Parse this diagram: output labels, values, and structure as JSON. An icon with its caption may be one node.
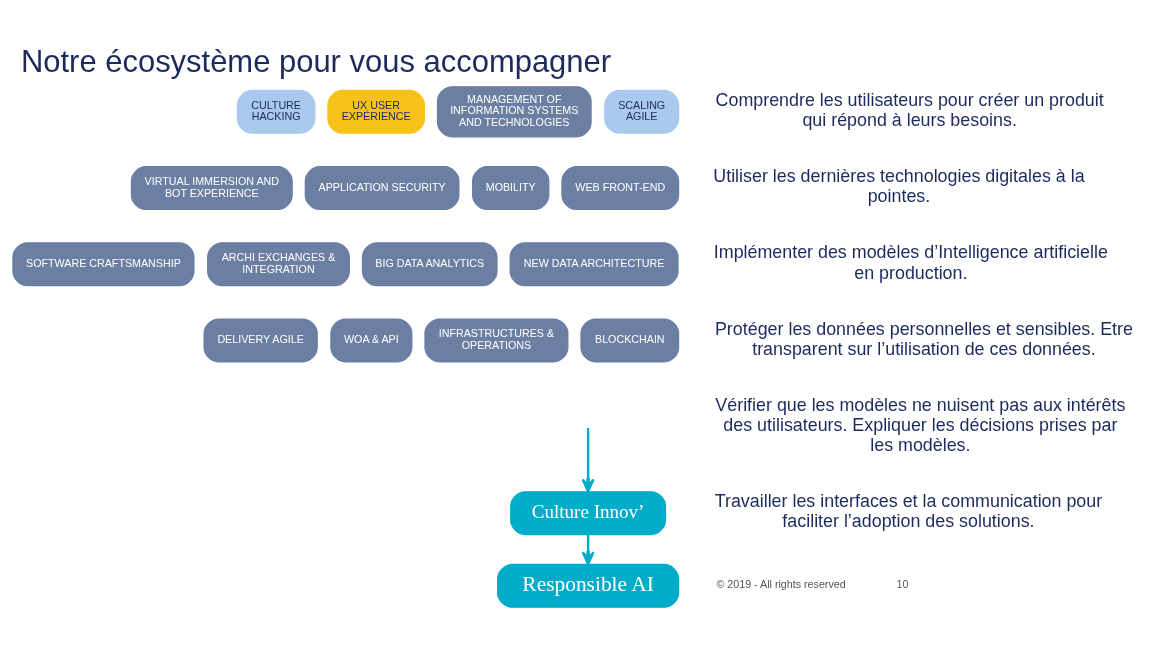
{
  "diagram": {
    "title": "Notre écosystème pour vous accompagner",
    "nodes": [
      {
        "text": [
          "CULTURE HACKING"
        ]
      },
      {
        "text": [
          "UX USER EXPÉRIENCE"
        ]
      },
      {
        "text": [
          "MANAGEMENT OF INFORMATION SYSTEMS AND TECHNOLOGIES"
        ]
      },
      {
        "text": [
          "SCALING AGILE"
        ]
      },
      {
        "text": [
          "VIRTUAL IMMERSION AND BOT EXPERIENCE"
        ]
      },
      {
        "text": [
          "APPLICATION SECURITY"
        ]
      },
      {
        "text": [
          "MOBILITY"
        ]
      },
      {
        "text": [
          "WEB FRONT-END"
        ]
      },
      {
        "text": [
          "SOFTWARE CRAFTSMANSHIP"
        ]
      },
      {
        "text": [
          "ARCHI EXCHANGES & INTEGRATION"
        ]
      },
      {
        "text": [
          "BIG DATA ANALYTICS"
        ]
      },
      {
        "text": [
          "NEW DATA ARCHITECTURE"
        ]
      },
      {
        "text": [
          "DELIVERY AGILE"
        ]
      },
      {
        "text": [
          "WOA & API"
        ]
      },
      {
        "text": [
          "INFRASTRUCTURES & OPERATIONS"
        ]
      },
      {
        "text": [
          "BLOCKCHAIN"
        ]
      },
      {
        "text": [
          "Culture Innov’"
        ]
      },
      {
        "text": [
          "Responsible AI"
        ]
      }
    ],
    "edges": [
      {
        "from": null,
        "to": 16,
        "arrow": "to"
      },
      {
        "from": 16,
        "to": 17,
        "arrow": "to"
      }
    ],
    "labels": [
      "Comprendre les utilisateurs pour créer un produit qui répond à leurs besoins.",
      "Utiliser les dernières technologies digitales à la pointes.",
      "Implémenter des modèles d’Intelligence artificielle en production.",
      "Protéger les données personnelles et sensibles. Etre transparent sur l’utilisation de ces données.",
      "Vérifier que les modèles ne nuisent pas aux intérêts des utilisateurs. Expliquer les décisions prises par les modèles.",
      "Travailler les interfaces et la communication pour faciliter l’adoption des solutions.",
      "© 2019 - All rights reserved",
      "10"
    ]
  }
}
